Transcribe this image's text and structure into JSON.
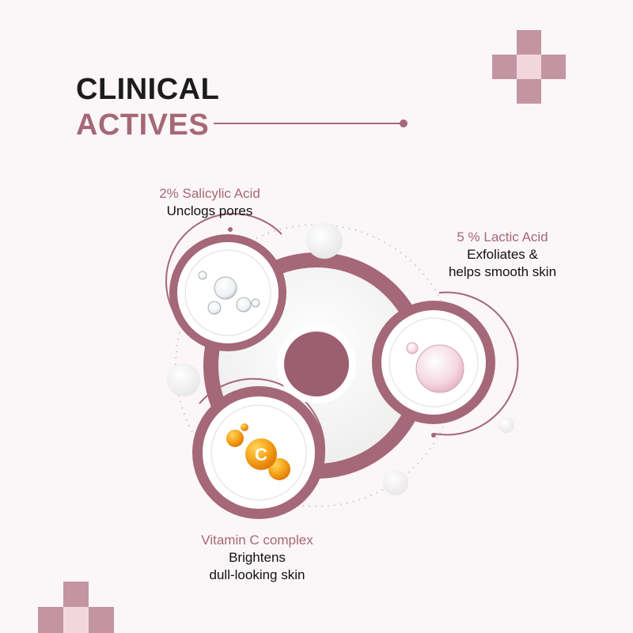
{
  "heading": {
    "line1": "CLINICAL",
    "line2": "ACTIVES"
  },
  "actives": [
    {
      "name": "2% Salicylic Acid",
      "benefit_lines": [
        "Unclogs pores"
      ]
    },
    {
      "name": "5 % Lactic Acid",
      "benefit_lines": [
        "Exfoliates &",
        "helps smooth skin"
      ]
    },
    {
      "name": "Vitamin C complex",
      "benefit_lines": [
        "Brightens",
        "dull-looking skin"
      ]
    }
  ],
  "vitamin_badge_letter": "C",
  "colors": {
    "accent": "#a56878",
    "accent_dark": "#9c5f70",
    "pink_light": "#f2d6de",
    "cross_mid": "#c395a3",
    "text_dark": "#1c1c1c",
    "orange": "#f39a15"
  }
}
